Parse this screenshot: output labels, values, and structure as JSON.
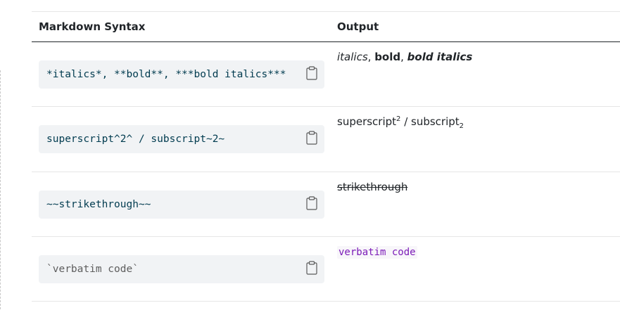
{
  "table": {
    "headers": {
      "syntax": "Markdown Syntax",
      "output": "Output"
    },
    "rows": [
      {
        "syntax": "*italics*, **bold**, ***bold italics***",
        "output": {
          "italic": "italics",
          "sep1": ", ",
          "bold": "bold",
          "sep2": ", ",
          "bold_italic": "bold italics"
        }
      },
      {
        "syntax": "superscript^2^ / subscript~2~",
        "output": {
          "sup_base": "superscript",
          "sup": "2",
          "sep": " / ",
          "sub_base": "subscript",
          "sub": "2"
        }
      },
      {
        "syntax": "~~strikethrough~~",
        "output": {
          "strike": "strikethrough"
        }
      },
      {
        "syntax": "`verbatim code`",
        "output": {
          "code": "verbatim code"
        }
      }
    ]
  },
  "icons": {
    "copy": "clipboard-icon"
  }
}
